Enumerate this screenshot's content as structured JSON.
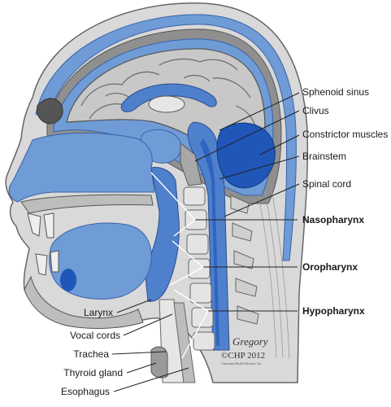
{
  "labels": {
    "right": {
      "sphenoid_sinus": "Sphenoid sinus",
      "clivus": "Clivus",
      "constrictor_muscles": "Constrictor muscles",
      "brainstem": "Brainstem",
      "spinal_cord": "Spinal cord",
      "nasopharynx": "Nasopharynx",
      "oropharynx": "Oropharynx",
      "hypopharynx": "Hypopharynx"
    },
    "left": {
      "larynx": "Larynx",
      "vocal_cords": "Vocal cords",
      "trachea": "Trachea",
      "thyroid_gland": "Thyroid gland",
      "esophagus": "Esophagus"
    }
  },
  "credit": {
    "signature": "Gregory",
    "copyright": "©CHP 2012",
    "publisher": "Cincinnati Health Partners, Inc."
  },
  "colors": {
    "blue_light": "#6f9bd6",
    "blue_mid": "#4f80cc",
    "blue_dark": "#1f56b8",
    "gray_light": "#d6d6d6",
    "gray_mid": "#9a9a9a",
    "gray_dark": "#555555"
  }
}
